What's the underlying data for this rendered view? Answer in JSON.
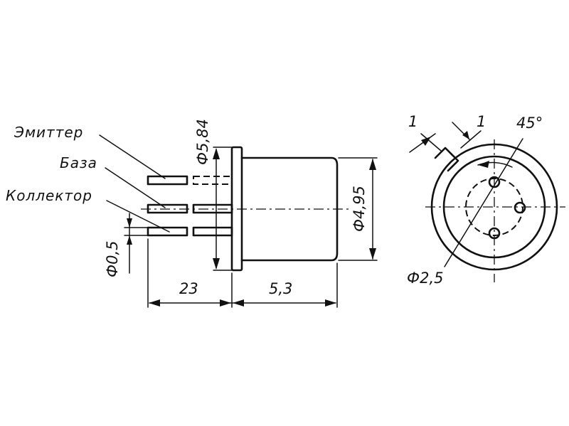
{
  "labels": {
    "emitter": "Эмиттер",
    "base": "База",
    "collector": "Коллектор"
  },
  "dimensions": {
    "flange_diameter": "Ф5,84",
    "body_diameter": "Ф4,95",
    "lead_diameter": "Ф0,5",
    "lead_length": "23",
    "body_length": "5,3",
    "tab_width": "1",
    "tab_height": "1",
    "tab_angle": "45°",
    "pin_circle_diameter": "Ф2,5"
  }
}
